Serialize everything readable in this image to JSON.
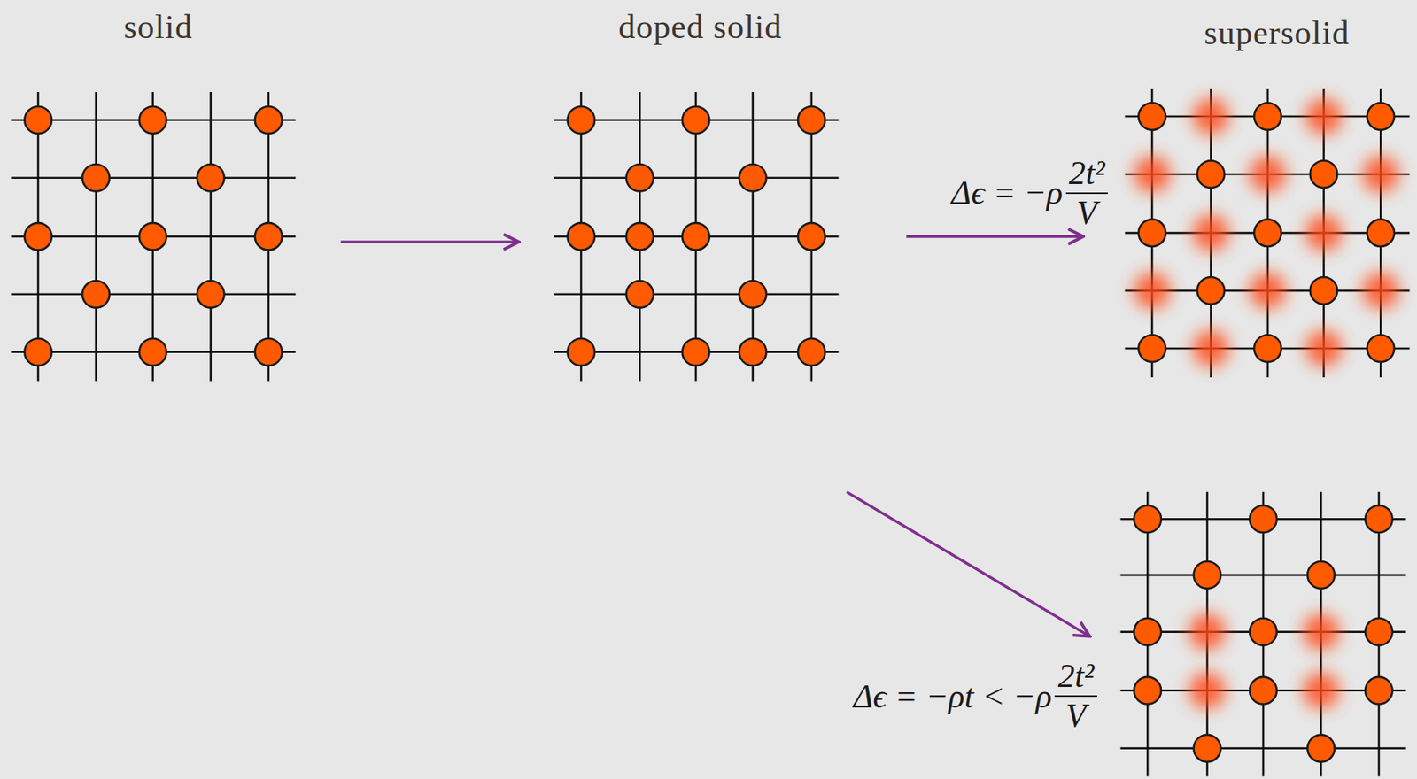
{
  "diagram": {
    "labels": [
      "solid",
      "doped solid",
      "supersolid",
      "Δϵ = −ρ",
      "2t²",
      "V",
      "Δϵ = −ρt < −ρ",
      "2t²",
      "V"
    ]
  }
}
